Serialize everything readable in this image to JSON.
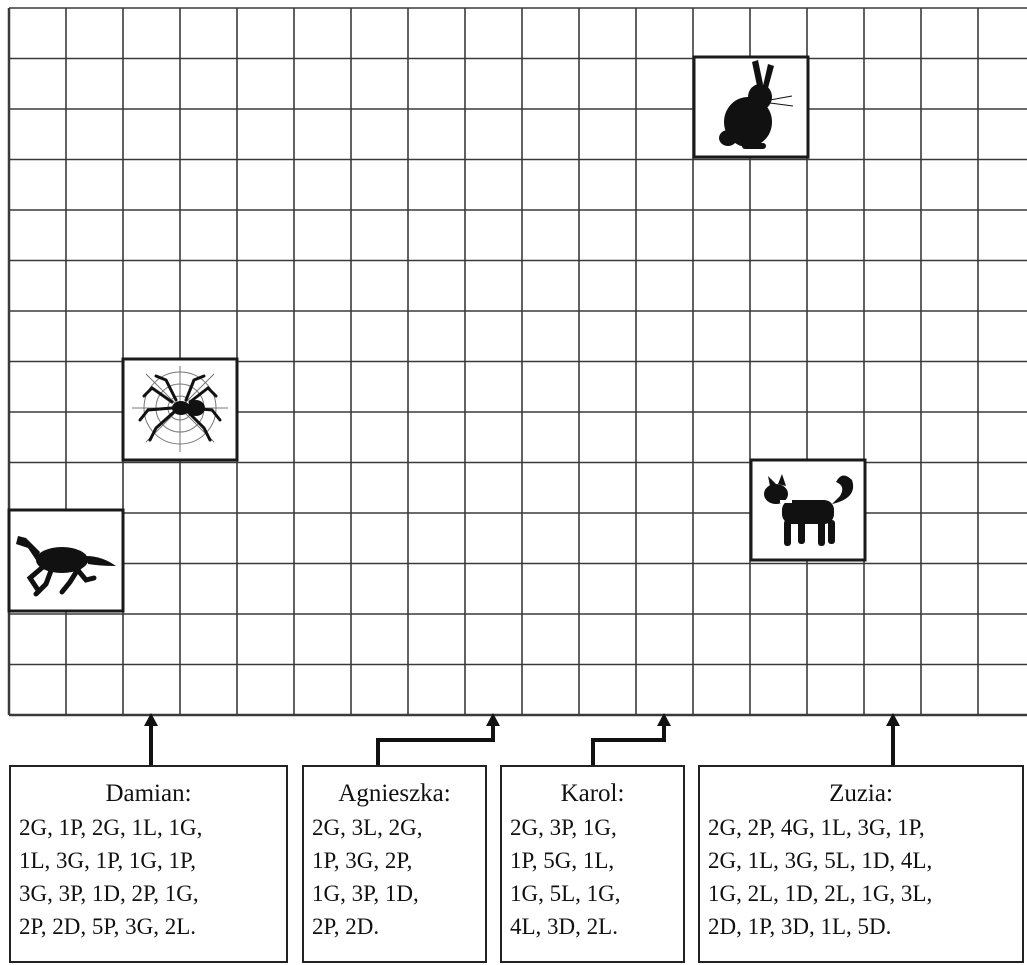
{
  "board": {
    "columns": 18,
    "rows": 14
  },
  "animals": [
    {
      "name": "rabbit-icon"
    },
    {
      "name": "spider-icon"
    },
    {
      "name": "horse-icon"
    },
    {
      "name": "dog-icon"
    }
  ],
  "children": [
    {
      "name": "Damian:",
      "moves": "2G, 1P, 2G, 1L, 1G,\n1L, 3G, 1P, 1G, 1P,\n3G, 3P, 1D, 2P, 1G,\n2P, 2D, 5P, 3G, 2L."
    },
    {
      "name": "Agnieszka:",
      "moves": "2G, 3L, 2G,\n1P, 3G, 2P,\n1G, 3P, 1D,\n2P, 2D."
    },
    {
      "name": "Karol:",
      "moves": "2G, 3P, 1G,\n1P, 5G, 1L,\n1G, 5L, 1G,\n4L, 3D, 2L."
    },
    {
      "name": "Zuzia:",
      "moves": "2G, 2P, 4G, 1L, 3G, 1P,\n2G, 1L, 3G, 5L, 1D, 4L,\n1G, 2L, 1D, 2L, 1G, 3L,\n2D, 1P, 3D, 1L, 5D."
    }
  ],
  "colors": {
    "grid": "#3a3a3a",
    "ink": "#111111"
  }
}
